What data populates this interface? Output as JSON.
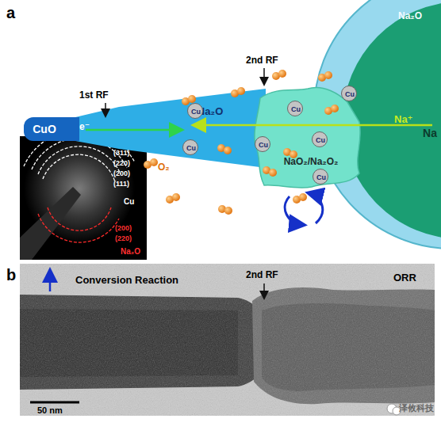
{
  "diagram": {
    "nodes": [
      {
        "text": [
          "CuO"
        ]
      },
      {
        "text": [
          "Na₂O"
        ]
      },
      {
        "text": [
          "Cu"
        ],
        "in": 1
      },
      {
        "text": [
          "Cu"
        ],
        "in": 1
      },
      {
        "text": [
          "NaO₂/Na₂O₂"
        ]
      },
      {
        "text": [
          "Cu"
        ],
        "in": 4
      },
      {
        "text": [
          "Cu"
        ],
        "in": 4
      },
      {
        "text": [
          "Cu"
        ],
        "in": 4
      },
      {
        "text": [
          "Cu"
        ],
        "in": 4
      },
      {
        "text": [
          "Cu"
        ],
        "in": 4
      },
      {
        "text": [
          "Na₂O"
        ]
      },
      {
        "text": [
          "Na"
        ],
        "in": 10
      }
    ],
    "labels": [
      "a",
      "1st RF",
      "2nd RF",
      "e⁻",
      "Na⁺",
      "O₂",
      "(311)",
      "(220)",
      "(200)",
      "(111)",
      "Cu",
      "(200)",
      "(220)",
      "Na₂O",
      "b",
      "Conversion Reaction",
      "2nd RF",
      "ORR",
      "50 nm",
      "泽攸科技"
    ]
  }
}
